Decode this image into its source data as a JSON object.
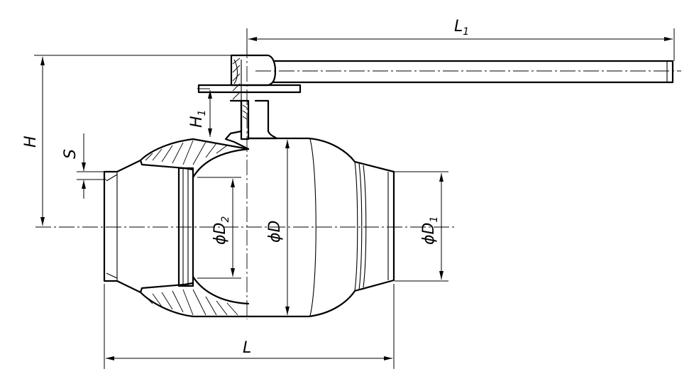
{
  "dimensions": {
    "L1": {
      "main": "L",
      "sub": "1"
    },
    "L": {
      "main": "L",
      "sub": ""
    },
    "H": {
      "main": "H",
      "sub": ""
    },
    "H1": {
      "main": "H",
      "sub": "1"
    },
    "S": {
      "main": "S",
      "sub": ""
    },
    "D": {
      "main": "ϕD",
      "sub": ""
    },
    "D1": {
      "main": "ϕD",
      "sub": "1"
    },
    "D2": {
      "main": "ϕD",
      "sub": "2"
    }
  },
  "colors": {
    "line": "#000000",
    "background": "#ffffff"
  }
}
